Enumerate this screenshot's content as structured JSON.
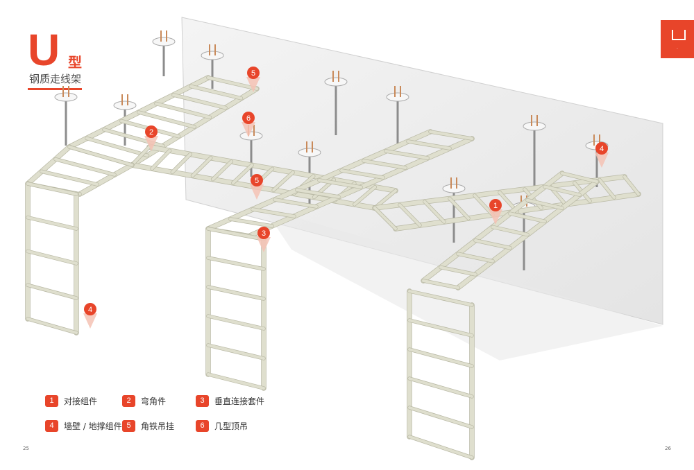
{
  "title": {
    "letter": "U",
    "suffix": "型",
    "subtitle": "钢质走线架"
  },
  "legend": [
    {
      "num": "1",
      "label": "对接组件"
    },
    {
      "num": "2",
      "label": "弯角件"
    },
    {
      "num": "3",
      "label": "垂直连接套件"
    },
    {
      "num": "4",
      "label": "墙壁 / 地撑组件"
    },
    {
      "num": "5",
      "label": "角铁吊挂"
    },
    {
      "num": "6",
      "label": "几型顶吊"
    }
  ],
  "markers": [
    "5",
    "2",
    "6",
    "5",
    "3",
    "4",
    "1",
    "4"
  ],
  "colors": {
    "accent": "#e8452a",
    "frame": "#dfdfce",
    "frame_dark": "#b9b9a5",
    "wall": "#f0f0f0"
  },
  "page_numbers": {
    "left": "25",
    "right": "26"
  }
}
